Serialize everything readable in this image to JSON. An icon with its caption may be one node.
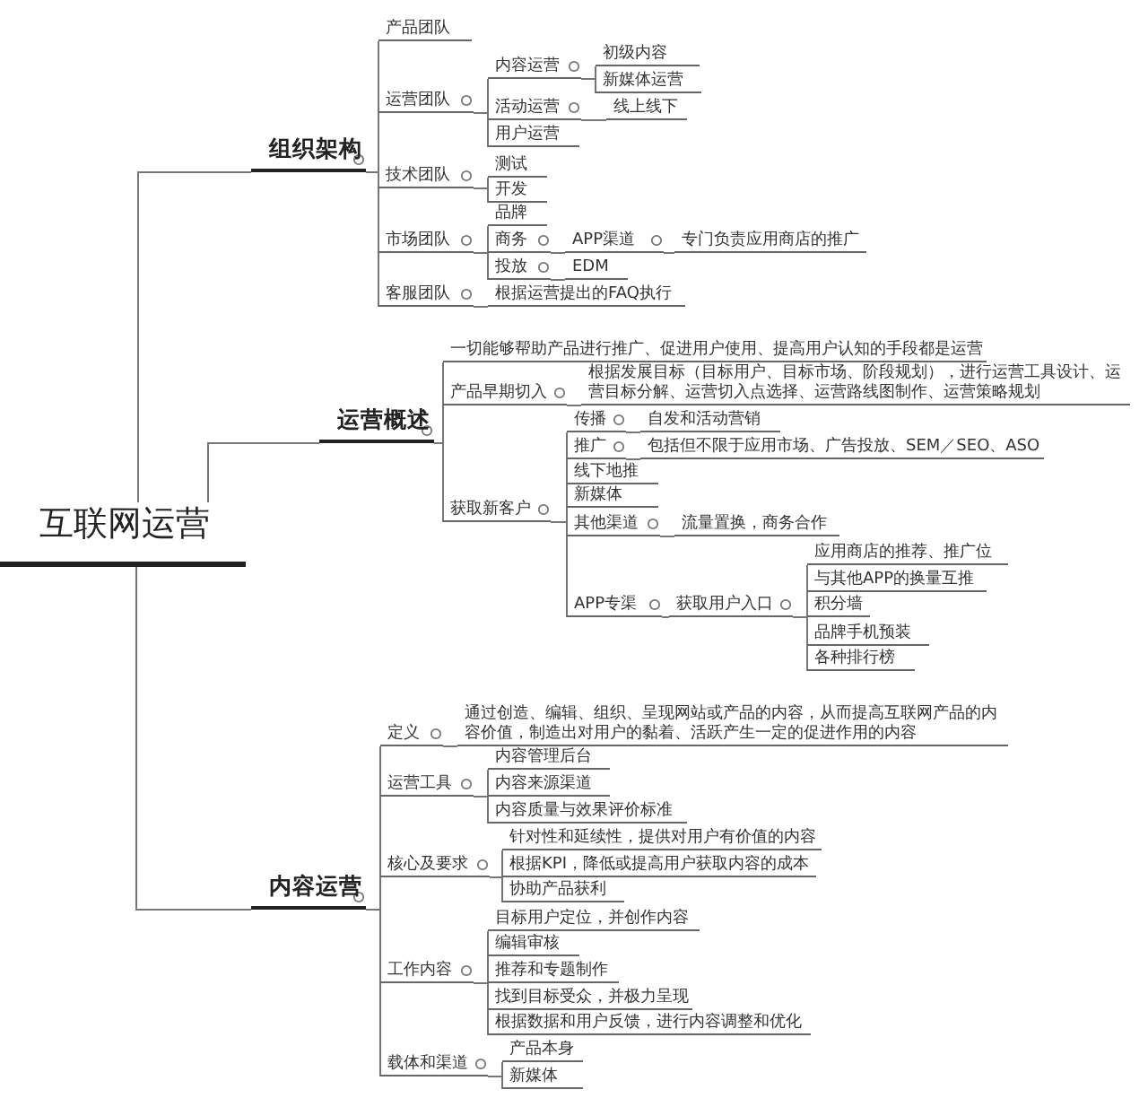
{
  "diagram": {
    "nodes": [
      {
        "text": [
          "互联网运营"
        ]
      },
      {
        "text": [
          "组织架构"
        ]
      },
      {
        "text": [
          "产品团队"
        ]
      },
      {
        "text": [
          "运营团队"
        ]
      },
      {
        "text": [
          "内容运营"
        ]
      },
      {
        "text": [
          "初级内容"
        ]
      },
      {
        "text": [
          "新媒体运营"
        ]
      },
      {
        "text": [
          "活动运营"
        ]
      },
      {
        "text": [
          "线上线下"
        ]
      },
      {
        "text": [
          "用户运营"
        ]
      },
      {
        "text": [
          "技术团队"
        ]
      },
      {
        "text": [
          "测试"
        ]
      },
      {
        "text": [
          "开发"
        ]
      },
      {
        "text": [
          "市场团队"
        ]
      },
      {
        "text": [
          "品牌"
        ]
      },
      {
        "text": [
          "商务"
        ]
      },
      {
        "text": [
          "APP渠道"
        ]
      },
      {
        "text": [
          "专门负责应用商店的推广"
        ]
      },
      {
        "text": [
          "投放"
        ]
      },
      {
        "text": [
          "EDM"
        ]
      },
      {
        "text": [
          "客服团队"
        ]
      },
      {
        "text": [
          "根据运营提出的FAQ执行"
        ]
      },
      {
        "text": [
          "运营概述"
        ]
      },
      {
        "text": [
          "一切能够帮助产品进行推广、促进用户使用、提高用户认知的手段都是运营"
        ]
      },
      {
        "text": [
          "产品早期切入"
        ]
      },
      {
        "text": [
          "根据发展目标（目标用户、目标市场、阶段规划），进行运营工具设计、运营目标分解、运营切入点选择、运营路线图制作、运营策略规划"
        ]
      },
      {
        "text": [
          "获取新客户"
        ]
      },
      {
        "text": [
          "传播"
        ]
      },
      {
        "text": [
          "自发和活动营销"
        ]
      },
      {
        "text": [
          "推广"
        ]
      },
      {
        "text": [
          "包括但不限于应用市场、广告投放、SEM／SEO、ASO"
        ]
      },
      {
        "text": [
          "线下地推"
        ]
      },
      {
        "text": [
          "新媒体"
        ]
      },
      {
        "text": [
          "其他渠道"
        ]
      },
      {
        "text": [
          "流量置换，商务合作"
        ]
      },
      {
        "text": [
          "APP专渠"
        ]
      },
      {
        "text": [
          "获取用户入口"
        ]
      },
      {
        "text": [
          "应用商店的推荐、推广位"
        ]
      },
      {
        "text": [
          "与其他APP的换量互推"
        ]
      },
      {
        "text": [
          "积分墙"
        ]
      },
      {
        "text": [
          "品牌手机预装"
        ]
      },
      {
        "text": [
          "各种排行榜"
        ]
      },
      {
        "text": [
          "内容运营"
        ]
      },
      {
        "text": [
          "定义"
        ]
      },
      {
        "text": [
          "通过创造、编辑、组织、呈现网站或产品的内容，从而提高互联网产品的内容价值，制造出对用户的黏着、活跃产生一定的促进作用的内容"
        ]
      },
      {
        "text": [
          "运营工具"
        ]
      },
      {
        "text": [
          "内容管理后台"
        ]
      },
      {
        "text": [
          "内容来源渠道"
        ]
      },
      {
        "text": [
          "内容质量与效果评价标准"
        ]
      },
      {
        "text": [
          "核心及要求"
        ]
      },
      {
        "text": [
          "针对性和延续性，提供对用户有价值的内容"
        ]
      },
      {
        "text": [
          "根据KPI，降低或提高用户获取内容的成本"
        ]
      },
      {
        "text": [
          "协助产品获利"
        ]
      },
      {
        "text": [
          "工作内容"
        ]
      },
      {
        "text": [
          "目标用户定位，并创作内容"
        ]
      },
      {
        "text": [
          "编辑审核"
        ]
      },
      {
        "text": [
          "推荐和专题制作"
        ]
      },
      {
        "text": [
          "找到目标受众，并极力呈现"
        ]
      },
      {
        "text": [
          "根据数据和用户反馈，进行内容调整和优化"
        ]
      },
      {
        "text": [
          "载体和渠道"
        ]
      },
      {
        "text": [
          "产品本身"
        ]
      },
      {
        "text": [
          "新媒体"
        ]
      }
    ],
    "edges": [
      {
        "from": 0,
        "to": 1,
        "arrow": "none"
      },
      {
        "from": 1,
        "to": 2,
        "arrow": "none"
      },
      {
        "from": 1,
        "to": 3,
        "arrow": "none"
      },
      {
        "from": 3,
        "to": 4,
        "arrow": "none"
      },
      {
        "from": 4,
        "to": 5,
        "arrow": "none"
      },
      {
        "from": 4,
        "to": 6,
        "arrow": "none"
      },
      {
        "from": 3,
        "to": 7,
        "arrow": "none"
      },
      {
        "from": 7,
        "to": 8,
        "arrow": "none"
      },
      {
        "from": 3,
        "to": 9,
        "arrow": "none"
      },
      {
        "from": 1,
        "to": 10,
        "arrow": "none"
      },
      {
        "from": 10,
        "to": 11,
        "arrow": "none"
      },
      {
        "from": 10,
        "to": 12,
        "arrow": "none"
      },
      {
        "from": 1,
        "to": 13,
        "arrow": "none"
      },
      {
        "from": 13,
        "to": 14,
        "arrow": "none"
      },
      {
        "from": 13,
        "to": 15,
        "arrow": "none"
      },
      {
        "from": 15,
        "to": 16,
        "arrow": "none"
      },
      {
        "from": 16,
        "to": 17,
        "arrow": "none"
      },
      {
        "from": 13,
        "to": 18,
        "arrow": "none"
      },
      {
        "from": 18,
        "to": 19,
        "arrow": "none"
      },
      {
        "from": 1,
        "to": 20,
        "arrow": "none"
      },
      {
        "from": 20,
        "to": 21,
        "arrow": "none"
      },
      {
        "from": 0,
        "to": 22,
        "arrow": "none"
      },
      {
        "from": 22,
        "to": 23,
        "arrow": "none"
      },
      {
        "from": 22,
        "to": 24,
        "arrow": "none"
      },
      {
        "from": 24,
        "to": 25,
        "arrow": "none"
      },
      {
        "from": 22,
        "to": 26,
        "arrow": "none"
      },
      {
        "from": 26,
        "to": 27,
        "arrow": "none"
      },
      {
        "from": 27,
        "to": 28,
        "arrow": "none"
      },
      {
        "from": 26,
        "to": 29,
        "arrow": "none"
      },
      {
        "from": 29,
        "to": 30,
        "arrow": "none"
      },
      {
        "from": 26,
        "to": 31,
        "arrow": "none"
      },
      {
        "from": 26,
        "to": 32,
        "arrow": "none"
      },
      {
        "from": 26,
        "to": 33,
        "arrow": "none"
      },
      {
        "from": 33,
        "to": 34,
        "arrow": "none"
      },
      {
        "from": 26,
        "to": 35,
        "arrow": "none"
      },
      {
        "from": 35,
        "to": 36,
        "arrow": "none"
      },
      {
        "from": 36,
        "to": 37,
        "arrow": "none"
      },
      {
        "from": 36,
        "to": 38,
        "arrow": "none"
      },
      {
        "from": 36,
        "to": 39,
        "arrow": "none"
      },
      {
        "from": 36,
        "to": 40,
        "arrow": "none"
      },
      {
        "from": 36,
        "to": 41,
        "arrow": "none"
      },
      {
        "from": 0,
        "to": 42,
        "arrow": "none"
      },
      {
        "from": 42,
        "to": 43,
        "arrow": "none"
      },
      {
        "from": 43,
        "to": 44,
        "arrow": "none"
      },
      {
        "from": 42,
        "to": 45,
        "arrow": "none"
      },
      {
        "from": 45,
        "to": 46,
        "arrow": "none"
      },
      {
        "from": 45,
        "to": 47,
        "arrow": "none"
      },
      {
        "from": 45,
        "to": 48,
        "arrow": "none"
      },
      {
        "from": 42,
        "to": 49,
        "arrow": "none"
      },
      {
        "from": 49,
        "to": 50,
        "arrow": "none"
      },
      {
        "from": 49,
        "to": 51,
        "arrow": "none"
      },
      {
        "from": 49,
        "to": 52,
        "arrow": "none"
      },
      {
        "from": 42,
        "to": 53,
        "arrow": "none"
      },
      {
        "from": 53,
        "to": 54,
        "arrow": "none"
      },
      {
        "from": 53,
        "to": 55,
        "arrow": "none"
      },
      {
        "from": 53,
        "to": 56,
        "arrow": "none"
      },
      {
        "from": 53,
        "to": 57,
        "arrow": "none"
      },
      {
        "from": 53,
        "to": 58,
        "arrow": "none"
      },
      {
        "from": 42,
        "to": 59,
        "arrow": "none"
      },
      {
        "from": 59,
        "to": 60,
        "arrow": "none"
      },
      {
        "from": 59,
        "to": 61,
        "arrow": "none"
      }
    ]
  }
}
